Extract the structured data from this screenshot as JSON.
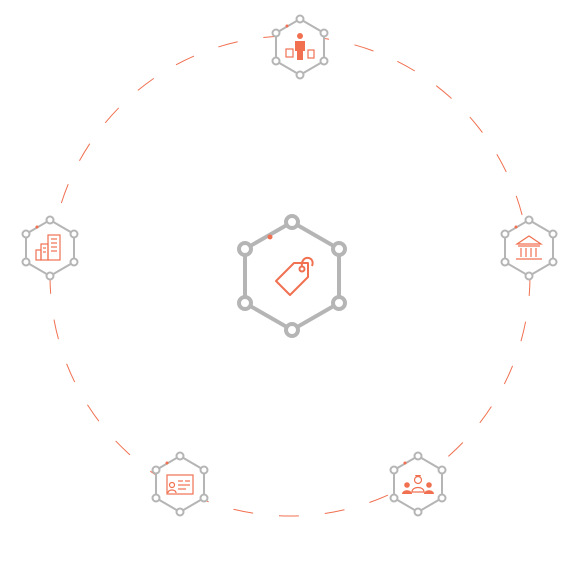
{
  "colors": {
    "ring": "#f07050",
    "hex_stroke": "#b5b5b5",
    "accent": "#f07050"
  },
  "center": {
    "icon": "price-tag-icon"
  },
  "satellites": [
    {
      "id": "shopper",
      "icon": "shopper-with-bags-icon"
    },
    {
      "id": "bank",
      "icon": "bank-building-icon"
    },
    {
      "id": "community",
      "icon": "people-group-icon"
    },
    {
      "id": "id-card",
      "icon": "id-card-icon"
    },
    {
      "id": "office",
      "icon": "office-buildings-icon"
    }
  ]
}
